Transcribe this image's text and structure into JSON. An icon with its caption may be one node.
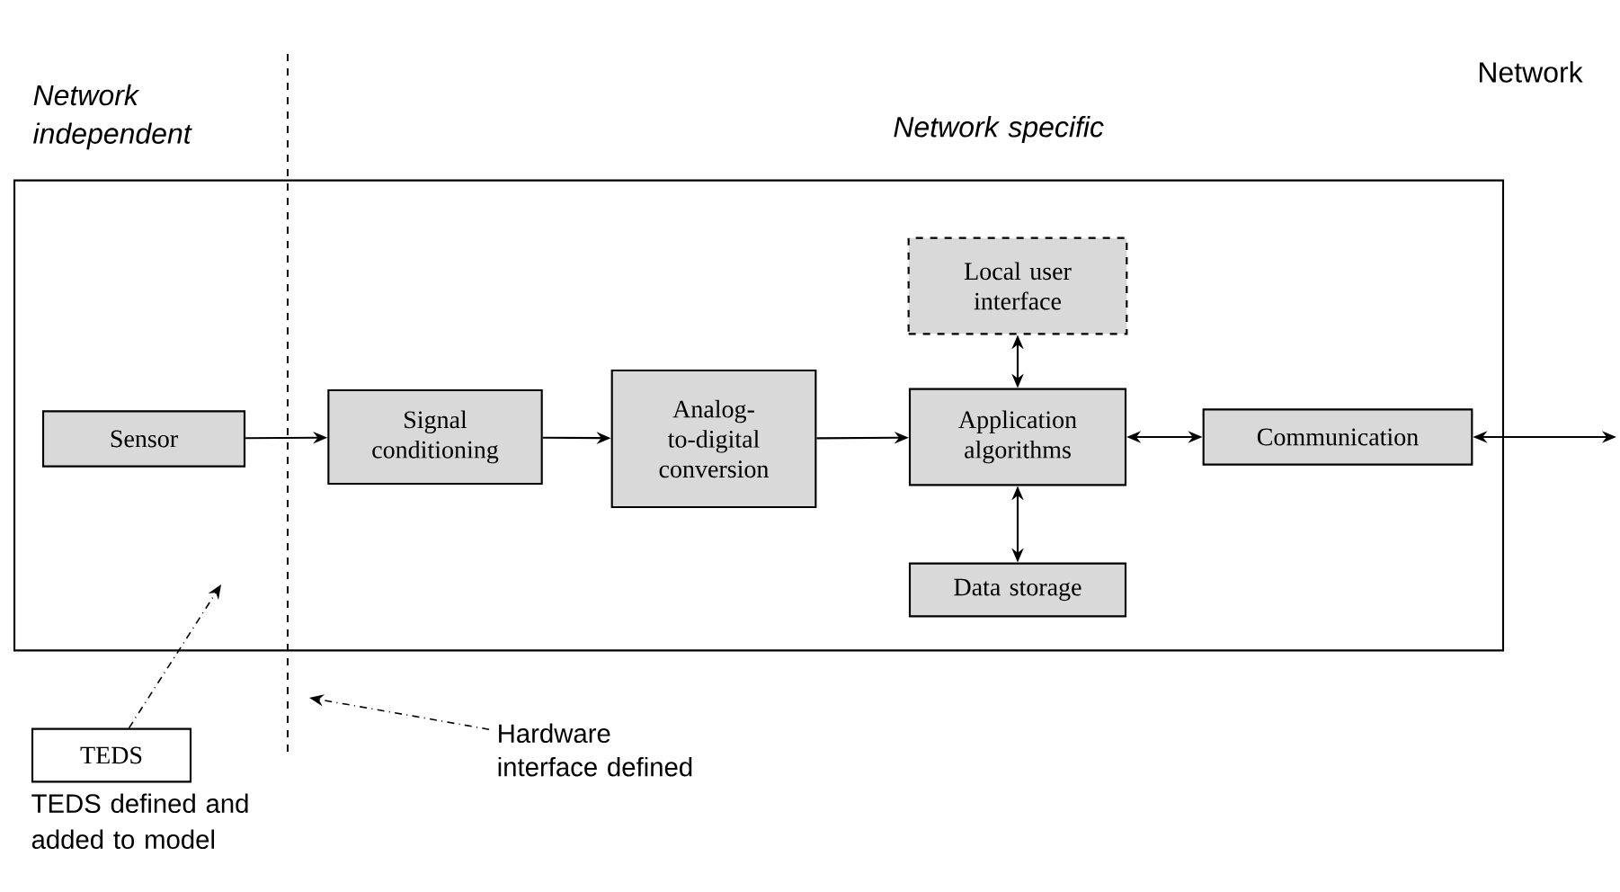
{
  "diagram": {
    "nodes": [
      {
        "text": [],
        "shape": "box"
      },
      {
        "text": [
          "Sensor"
        ],
        "in": 0
      },
      {
        "text": [
          "Signal conditioning"
        ],
        "in": 0
      },
      {
        "text": [
          "Analog-to-digital conversion"
        ],
        "in": 0
      },
      {
        "text": [
          "Local user interface"
        ],
        "in": 0
      },
      {
        "text": [
          "Application algorithms"
        ],
        "in": 0
      },
      {
        "text": [
          "Communication"
        ],
        "in": 0
      },
      {
        "text": [
          "Data storage"
        ],
        "in": 0
      },
      {
        "text": [
          "TEDS"
        ],
        "beside": [
          "TEDS defined and added to model"
        ]
      },
      {
        "text": [
          "Hardware interface defined"
        ]
      }
    ],
    "edges": [
      {
        "from": 1,
        "to": 2,
        "arrow": "to"
      },
      {
        "from": 2,
        "to": 3,
        "arrow": "to"
      },
      {
        "from": 3,
        "to": 5,
        "arrow": "to"
      },
      {
        "from": 4,
        "to": 5,
        "arrow": "both"
      },
      {
        "from": 5,
        "to": 6,
        "arrow": "both"
      },
      {
        "from": 5,
        "to": 7,
        "arrow": "both"
      },
      {
        "from": 6,
        "to": null,
        "arrow": "both"
      },
      {
        "from": 8,
        "to": null,
        "arrow": "to",
        "style": "dashed"
      },
      {
        "from": 9,
        "to": null,
        "arrow": "to",
        "style": "dashed"
      }
    ],
    "labels": [
      "Network independent",
      "Network specific",
      "Network"
    ]
  }
}
